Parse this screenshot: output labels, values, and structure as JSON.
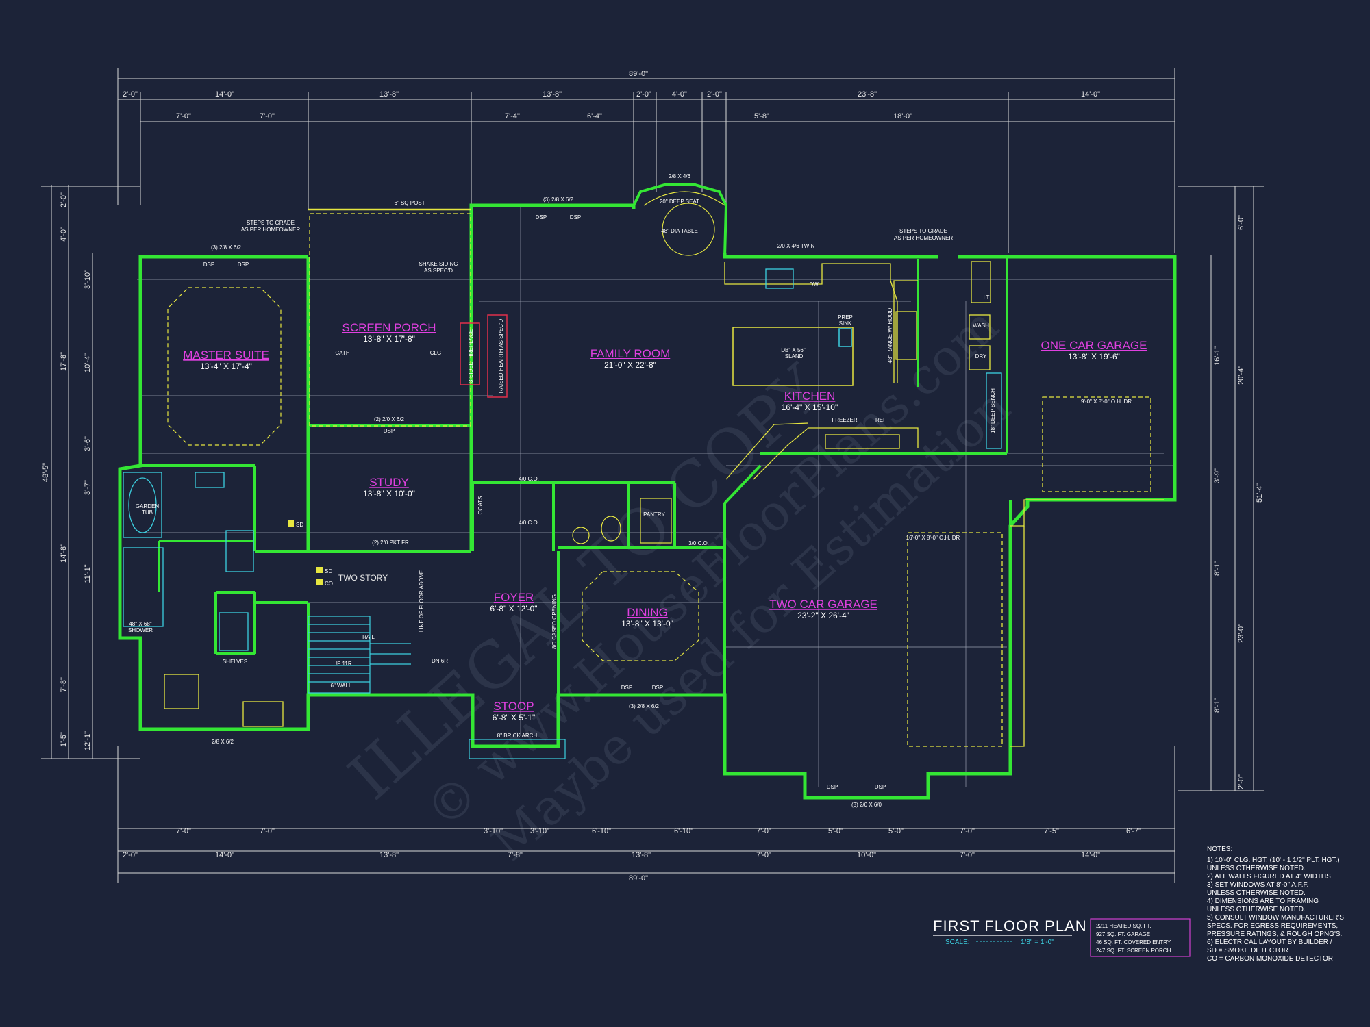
{
  "title": "FIRST FLOOR PLAN",
  "scale_label": "SCALE:",
  "scale_value": "1/8\" = 1'-0\"",
  "watermark": {
    "line1": "ILLEGAL TO COPY",
    "line2": "© www.HouseFloorPlans.com",
    "line3": "Maybe used for Estimation"
  },
  "areas": [
    "2211 HEATED SQ. FT.",
    "927 SQ. FT. GARAGE",
    "46 SQ. FT. COVERED ENTRY",
    "247 SQ. FT. SCREEN PORCH"
  ],
  "notes": {
    "heading": "NOTES:",
    "lines": [
      "1)  10'-0\" CLG. HGT. (10' - 1 1/2\" PLT. HGT.)",
      "     UNLESS OTHERWISE NOTED.",
      "2)  ALL WALLS FIGURED AT 4\" WIDTHS",
      "3)  SET WINDOWS AT 8'-0\" A.F.F.",
      "     UNLESS OTHERWISE NOTED.",
      "4)  DIMENSIONS ARE TO FRAMING",
      "     UNLESS OTHERWISE NOTED.",
      "5)  CONSULT WINDOW MANUFACTURER'S",
      "     SPECS. FOR EGRESS REQUIREMENTS,",
      "     PRESSURE RATINGS, & ROUGH OPNG'S.",
      "6)  ELECTRICAL LAYOUT BY BUILDER /",
      "     SD = SMOKE DETECTOR",
      "     CO = CARBON MONOXIDE DETECTOR"
    ]
  },
  "rooms": [
    {
      "name": "MASTER SUITE",
      "size": "13'-4\" X 17'-4\""
    },
    {
      "name": "SCREEN PORCH",
      "size": "13'-8\" X 17'-8\""
    },
    {
      "name": "FAMILY ROOM",
      "size": "21'-0\" X 22'-8\""
    },
    {
      "name": "KITCHEN",
      "size": "16'-4\" X 15'-10\""
    },
    {
      "name": "ONE CAR GARAGE",
      "size": "13'-8\" X 19'-6\""
    },
    {
      "name": "STUDY",
      "size": "13'-8\" X 10'-0\""
    },
    {
      "name": "FOYER",
      "size": "6'-8\" X 12'-0\""
    },
    {
      "name": "DINING",
      "size": "13'-8\" X 13'-0\""
    },
    {
      "name": "TWO CAR GARAGE",
      "size": "23'-2\" X 26'-4\""
    },
    {
      "name": "STOOP",
      "size": "6'-8\" X 5'-1\""
    }
  ],
  "overall_dims": {
    "top": "89'-0\"",
    "bottom": "89'-0\"",
    "left": "48'-5\"",
    "right": "51'-4\""
  },
  "top_dims_row1": [
    "2'-0\"",
    "14'-0\"",
    "13'-8\"",
    "13'-8\"",
    "2'-0\"",
    "4'-0\"",
    "2'-0\"",
    "23'-8\"",
    "14'-0\""
  ],
  "top_dims_row2": [
    "7'-0\"",
    "7'-0\"",
    "7'-4\"",
    "6'-4\"",
    "5'-8\"",
    "18'-0\""
  ],
  "bottom_dims_row1": [
    "7'-0\"",
    "7'-0\"",
    "3'-10\"",
    "3'-10\"",
    "6'-10\"",
    "6'-10\"",
    "7'-0\"",
    "5'-0\"",
    "5'-0\"",
    "7'-0\"",
    "7'-5\"",
    "6'-7\""
  ],
  "bottom_dims_row2": [
    "2'-0\"",
    "14'-0\"",
    "13'-8\"",
    "7'-8\"",
    "13'-8\"",
    "7'-0\"",
    "10'-0\"",
    "7'-0\"",
    "14'-0\""
  ],
  "left_dims": [
    "2'-0\"",
    "4'-0\"",
    "3'-10\"",
    "17'-8\"",
    "10'-4\"",
    "3'-6\"",
    "3'-7\"",
    "14'-8\"",
    "11'-1\"",
    "7'-8\"",
    "1'-5\"",
    "12'-1\""
  ],
  "right_dims": [
    "6'-0\"",
    "16'-1\"",
    "20'-4\"",
    "3'-9\"",
    "8'-1\"",
    "23'-0\"",
    "8'-1\"",
    "2'-0\""
  ],
  "labels": {
    "steps_left": "STEPS TO GRADE",
    "steps_left2": "AS PER HOMEOWNER",
    "steps_right": "STEPS TO GRADE",
    "steps_right2": "AS PER HOMEOWNER",
    "sq_post": "6\" SQ POST",
    "shake": "SHAKE SIDING",
    "shake2": "AS SPEC'D",
    "deep_seat": "20\" DEEP SEAT",
    "dia_table": "48\" DIA TABLE",
    "island": "DB\" X 56\"",
    "island2": "ISLAND",
    "range": "48\" RANGE W/ HOOD",
    "prep_sink": "PREP",
    "prep_sink2": "SINK",
    "freezer": "FREEZER",
    "ref": "REF",
    "two_story": "TWO STORY",
    "garden_tub": "GARDEN",
    "garden_tub2": "TUB",
    "shower": "48\" X 68\"",
    "shower2": "SHOWER",
    "shelves": "SHELVES",
    "pantry": "PANTRY",
    "brick_arch": "8\" BRICK ARCH",
    "rail": "RAIL",
    "up": "UP 11R",
    "dn": "DN 6R",
    "garage_door1": "9'-0\" X 8'-0\" O.H. DR",
    "garage_door2": "16'-0\" X 8'-0\" O.H. DR",
    "sd": "SD",
    "co": "CO",
    "cath": "CATH",
    "clg": "CLG",
    "fireplace": "3-SIDED FIREPLACE",
    "hearth": "RAISED HEARTH AS SPEC'D",
    "dsp": "DSP",
    "wash": "WASH",
    "dry": "DRY",
    "bench": "18\" DEEP BENCH",
    "twin": "2/0 X 4/6 TWIN",
    "window_top1": "(3) 2/8 X 6/2",
    "window_top2": "(3) 2/8 X 6/2",
    "window_bay": "2/8 X 4/6",
    "window_bot1": "(3) 2/8 X 6/2",
    "window_bot2": "(3) 2/0 X 6/0",
    "window_mb": "2/8 X 6/2",
    "pkt1": "(2) 2/0 PKT FR",
    "pkt2": "(2) 2/0 X 6/2",
    "coats": "COATS",
    "co1": "4/0 C.O.",
    "co2": "4/0 C.O.",
    "co3": "3/0 C.O.",
    "cased": "8/0 CASED OPENING",
    "line_floor": "LINE OF FLOOR ABOVE",
    "wall6_1": "6\" WALL",
    "dw": "DW",
    "lt": "LT"
  }
}
